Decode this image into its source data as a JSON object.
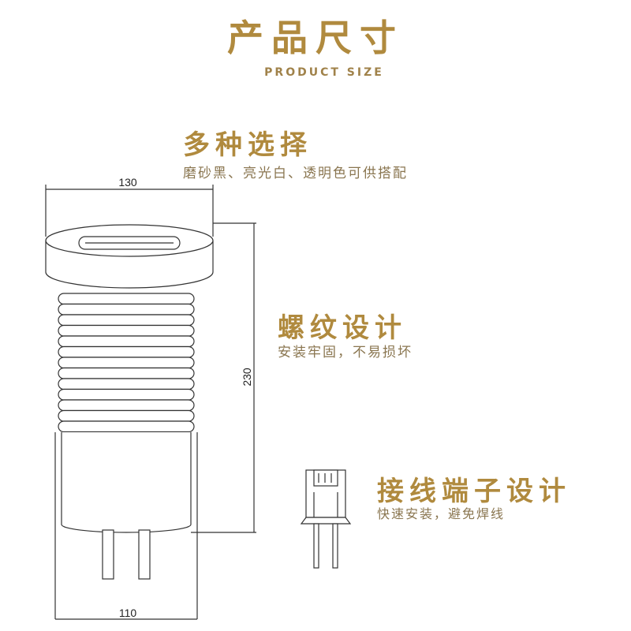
{
  "header": {
    "title": "产品尺寸",
    "subtitle": "PRODUCT SIZE"
  },
  "features": [
    {
      "title": "多种选择",
      "desc": "磨砂黑、亮光白、透明色可供搭配"
    },
    {
      "title": "螺纹设计",
      "desc": "安装牢固，不易损坏"
    },
    {
      "title": "接线端子设计",
      "desc": "快速安装，避免焊线"
    }
  ],
  "dimensions": {
    "top_width": "130",
    "height": "230",
    "bottom_width": "110"
  },
  "colors": {
    "accent": "#b08a3e",
    "line": "#333333"
  }
}
